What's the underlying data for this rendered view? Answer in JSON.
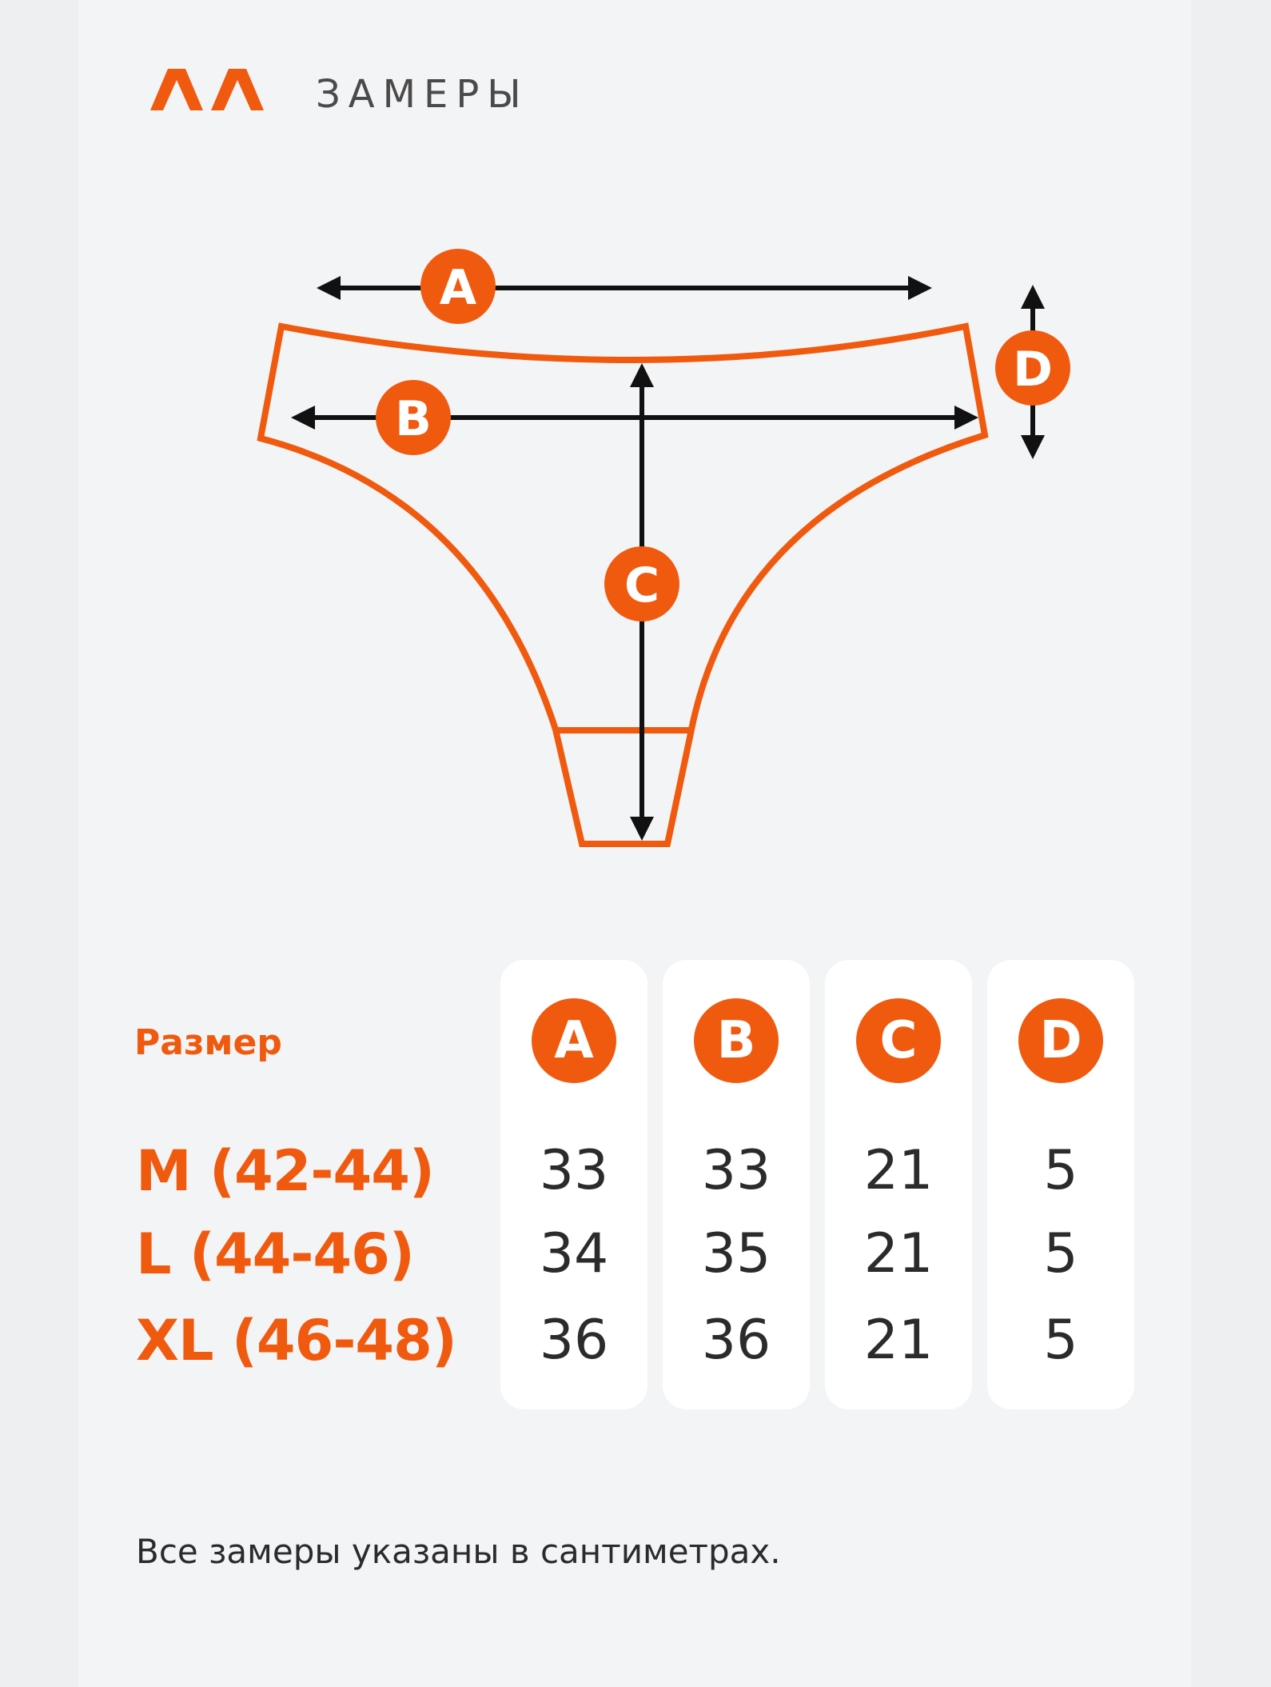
{
  "header": {
    "title": "ЗАМЕРЫ",
    "logo": "double-chevron-logo"
  },
  "colors": {
    "accent": "#f05a0f",
    "text": "#2b2b2b",
    "background": "#f3f4f6",
    "card": "#ffffff"
  },
  "diagram": {
    "labels": [
      "A",
      "B",
      "C",
      "D"
    ]
  },
  "table": {
    "size_label": "Размер",
    "columns": [
      "A",
      "B",
      "C",
      "D"
    ],
    "rows": [
      {
        "size": "M (42-44)",
        "values": [
          "33",
          "33",
          "21",
          "5"
        ]
      },
      {
        "size": "L (44-46)",
        "values": [
          "34",
          "35",
          "21",
          "5"
        ]
      },
      {
        "size": "XL (46-48)",
        "values": [
          "36",
          "36",
          "21",
          "5"
        ]
      }
    ]
  },
  "footnote": "Все замеры указаны в сантиметрах."
}
